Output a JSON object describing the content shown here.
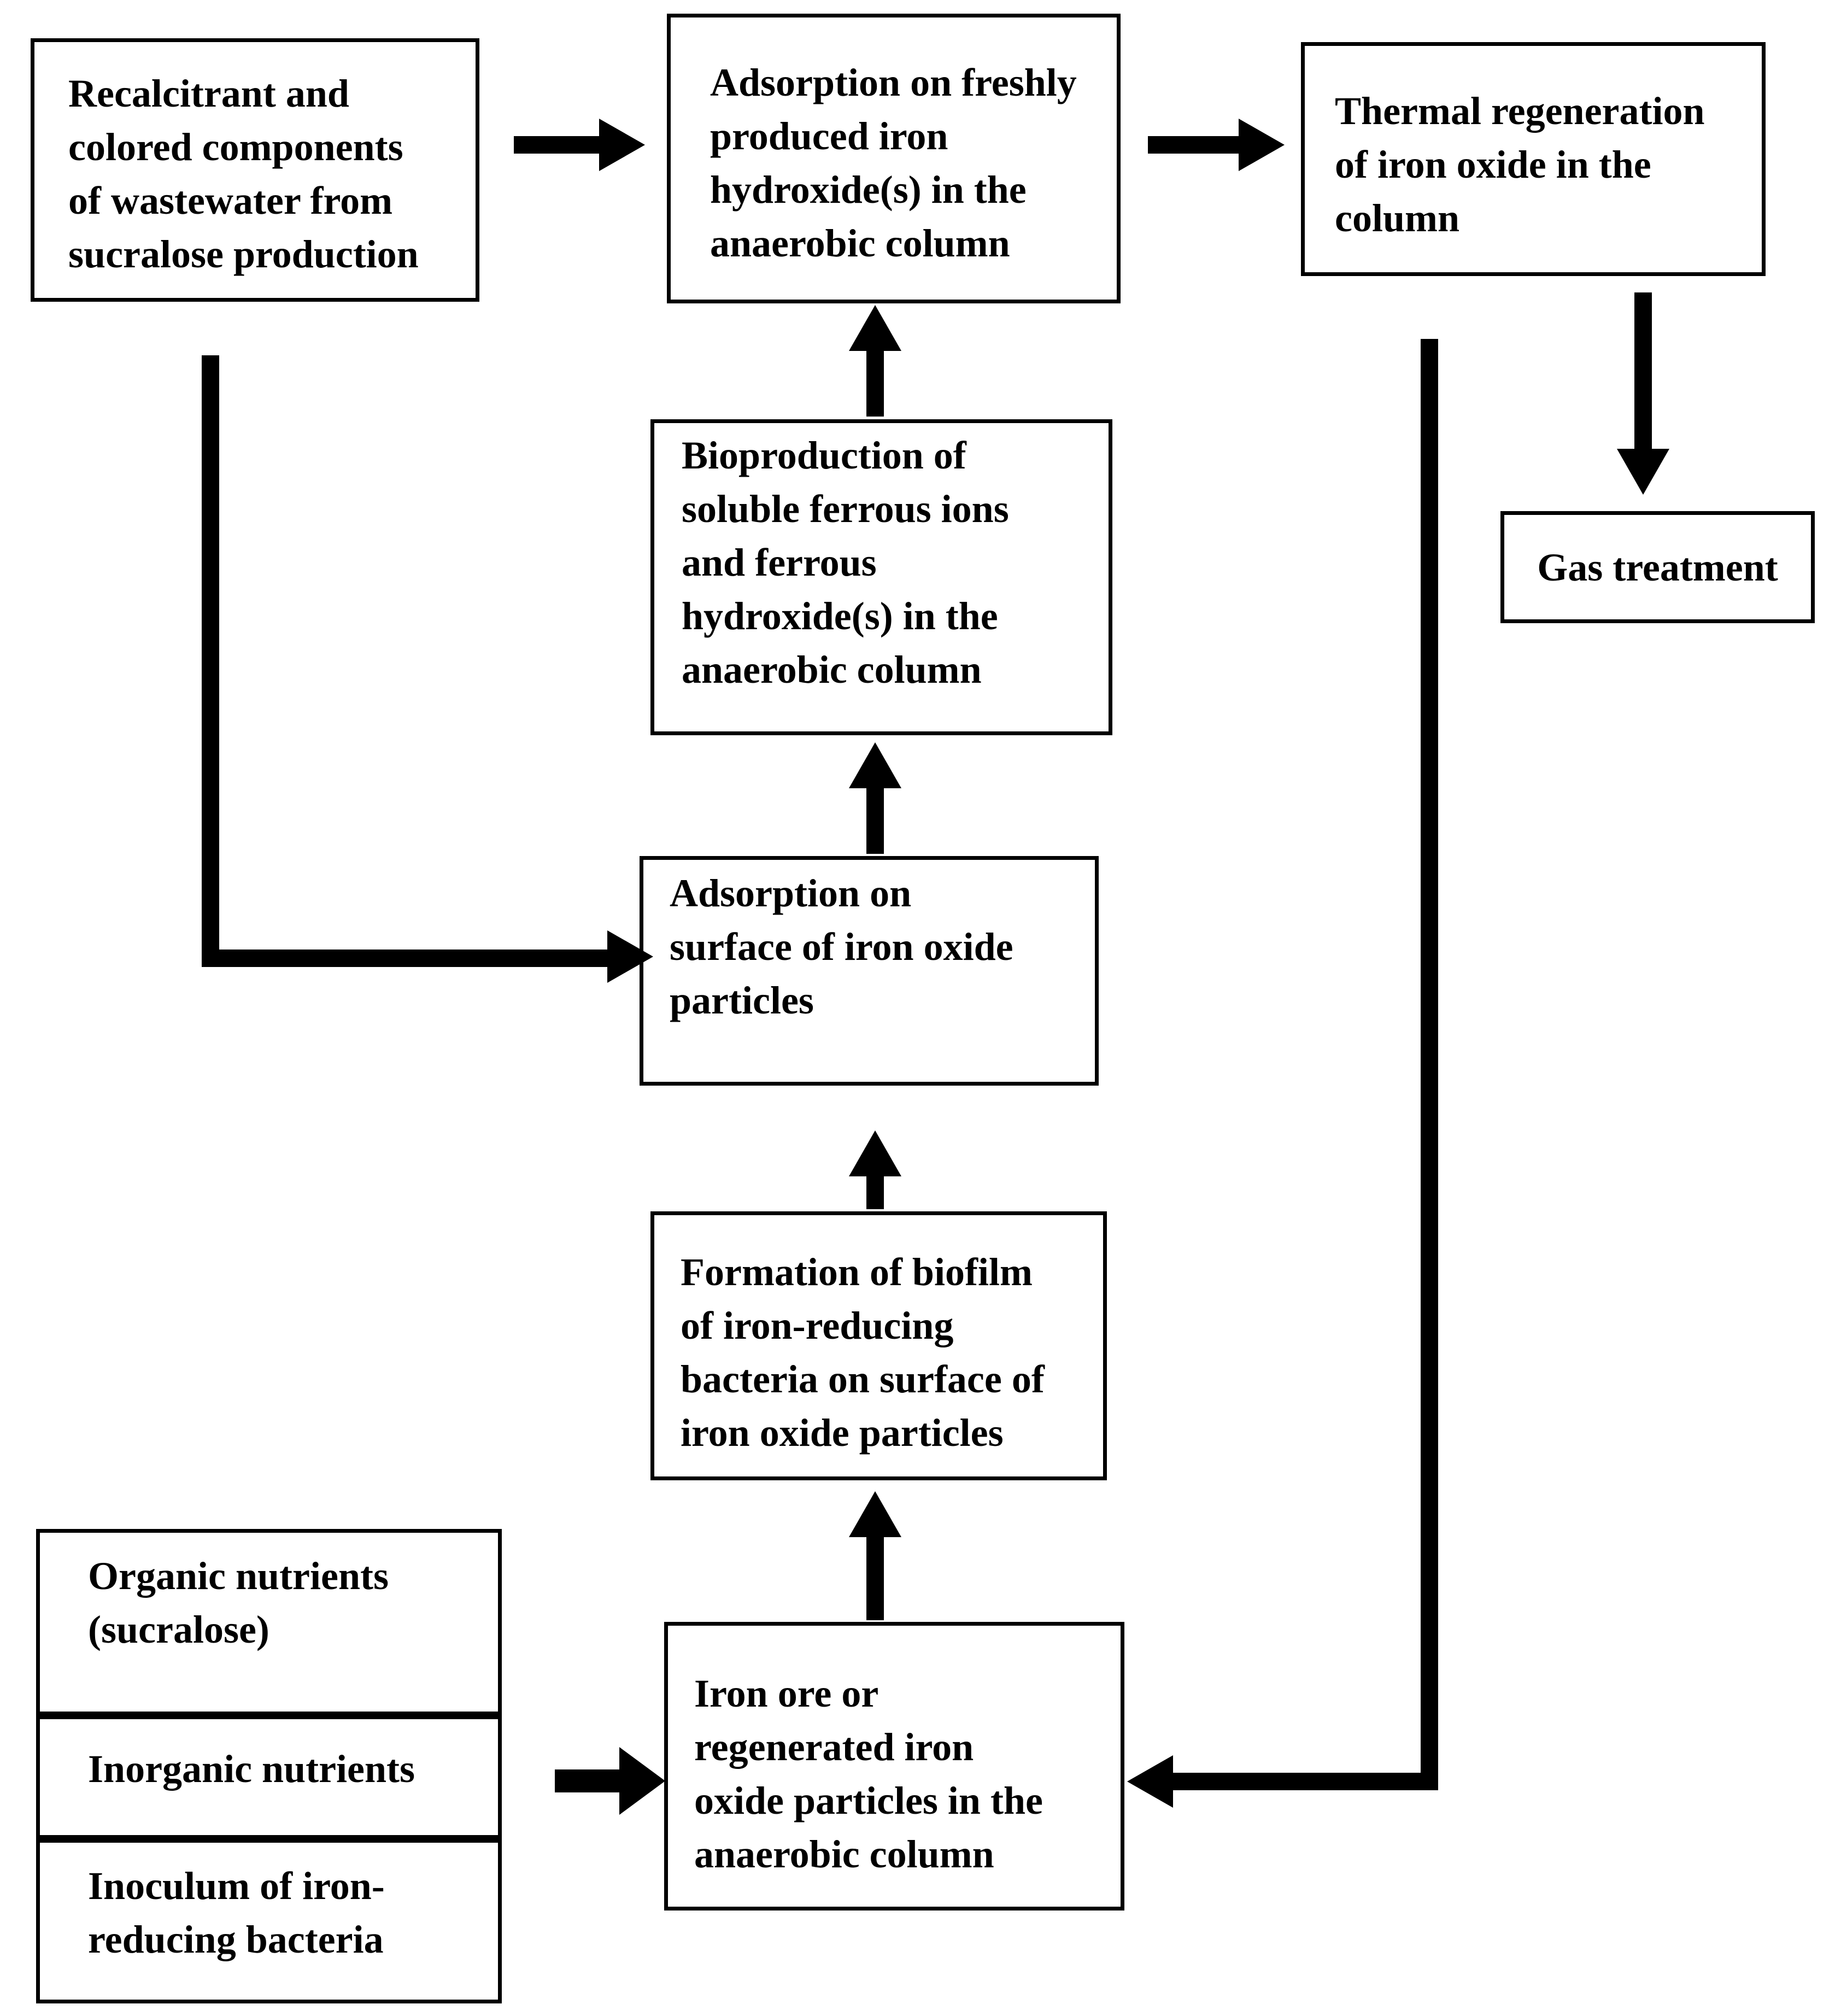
{
  "figure": {
    "type": "flowchart",
    "background_color": "#ffffff",
    "line_color": "#000000",
    "text_color": "#000000"
  },
  "nodes": {
    "wastewater": {
      "label": "Recalcitrant and\ncolored components\nof wastewater from\nsucralose production"
    },
    "adsorption_fresh": {
      "label": "Adsorption on freshly\nproduced iron\nhydroxide(s) in the\nanaerobic column"
    },
    "thermal_regeneration": {
      "label": "Thermal regeneration\nof iron oxide in the\ncolumn"
    },
    "gas_treatment": {
      "label": "Gas treatment"
    },
    "bioproduction": {
      "label": "Bioproduction of\nsoluble ferrous ions\nand ferrous\nhydroxide(s) in the\nanaerobic column"
    },
    "adsorption_surface": {
      "label": "Adsorption on\nsurface of iron oxide\nparticles"
    },
    "biofilm": {
      "label": "Formation of biofilm\nof iron-reducing\nbacteria on surface of\niron oxide particles"
    },
    "iron_ore": {
      "label": "Iron ore or\nregenerated iron\noxide particles in the\nanaerobic column"
    },
    "organic_nutrients": {
      "label": "Organic nutrients\n(sucralose)"
    },
    "inorganic_nutrients": {
      "label": "Inorganic nutrients"
    },
    "inoculum": {
      "label": "Inoculum of iron-\nreducing bacteria"
    }
  },
  "edges": [
    {
      "from": "wastewater",
      "to": "adsorption_fresh"
    },
    {
      "from": "adsorption_fresh",
      "to": "thermal_regeneration"
    },
    {
      "from": "thermal_regeneration",
      "to": "gas_treatment"
    },
    {
      "from": "thermal_regeneration",
      "to": "iron_ore",
      "note": "recycle return line"
    },
    {
      "from": "wastewater",
      "to": "adsorption_surface",
      "note": "L-shaped feed line"
    },
    {
      "from": "bioproduction",
      "to": "adsorption_fresh"
    },
    {
      "from": "adsorption_surface",
      "to": "bioproduction"
    },
    {
      "from": "biofilm",
      "to": "adsorption_surface"
    },
    {
      "from": "iron_ore",
      "to": "biofilm"
    },
    {
      "from": "nutrients_stack",
      "to": "iron_ore"
    }
  ]
}
